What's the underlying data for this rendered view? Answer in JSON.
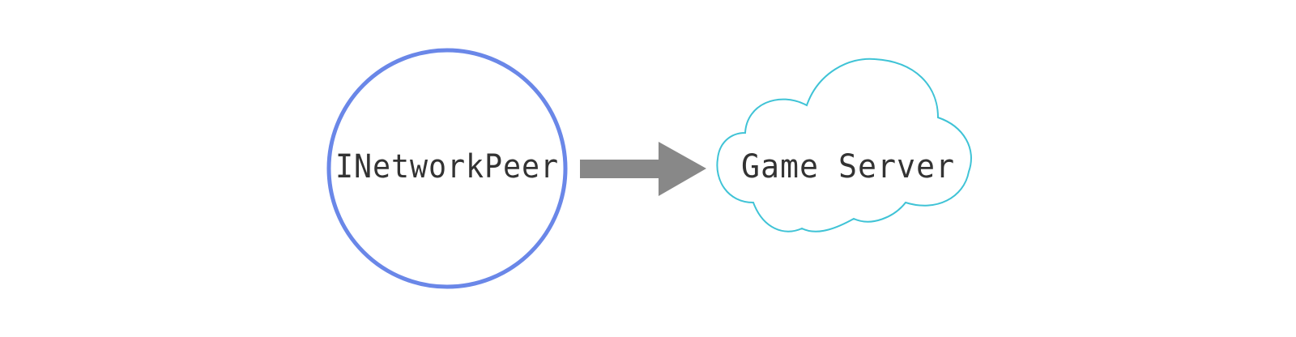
{
  "nodes": {
    "peer": {
      "label": "INetworkPeer",
      "shape": "circle",
      "stroke_color": "#6a87e8"
    },
    "server": {
      "label": "Game Server",
      "shape": "cloud",
      "stroke_color": "#3fc3d6"
    }
  },
  "edges": [
    {
      "from": "peer",
      "to": "server",
      "style": "block-arrow",
      "color": "#888888"
    }
  ],
  "colors": {
    "background": "#ffffff",
    "label_text": "#333333"
  }
}
